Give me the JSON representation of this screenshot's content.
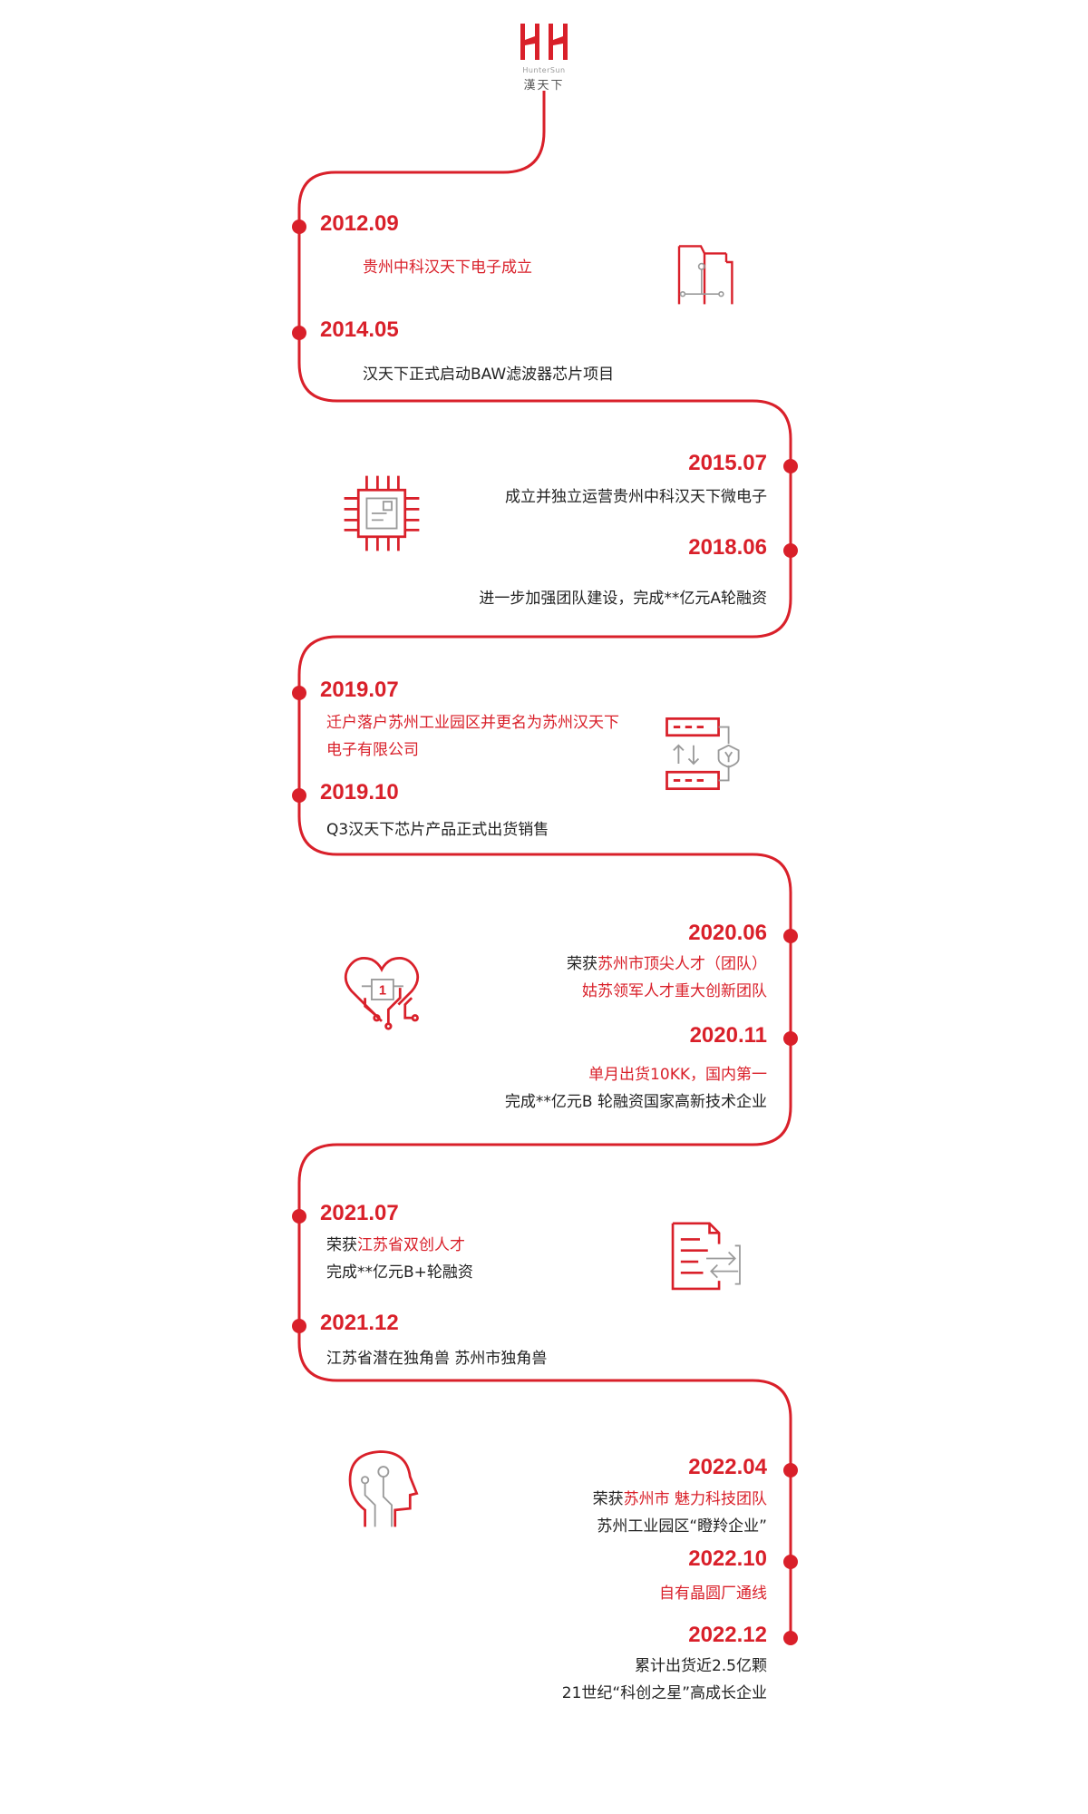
{
  "brand": {
    "name_en": "HunterSun",
    "name_cn": "漢天下"
  },
  "colors": {
    "accent": "#d9202a",
    "text": "#222222",
    "icon_gray": "#9a9a9a"
  },
  "icons": [
    "folder-circuit-icon",
    "chip-icon",
    "server-transfer-icon",
    "heart-circuit-icon",
    "document-transfer-icon",
    "head-circuit-icon"
  ],
  "milestones": [
    {
      "date": "2012.09",
      "lines": [
        {
          "text": "贵州中科汉天下电子成立",
          "red": true
        }
      ]
    },
    {
      "date": "2014.05",
      "lines": [
        {
          "text": "汉天下正式启动BAW滤波器芯片项目",
          "red": false
        }
      ]
    },
    {
      "date": "2015.07",
      "lines": [
        {
          "text": "成立并独立运营贵州中科汉天下微电子",
          "red": false
        }
      ]
    },
    {
      "date": "2018.06",
      "lines": [
        {
          "text": "进一步加强团队建设，完成**亿元A轮融资",
          "red": false
        }
      ]
    },
    {
      "date": "2019.07",
      "lines": [
        {
          "text": "迁户落户苏州工业园区并更名为苏州汉天下",
          "red": true
        },
        {
          "text": "电子有限公司",
          "red": true
        }
      ]
    },
    {
      "date": "2019.10",
      "lines": [
        {
          "text": "Q3汉天下芯片产品正式出货销售",
          "red": false
        }
      ]
    },
    {
      "date": "2020.06",
      "lines": [
        {
          "prefix": "荣获",
          "text": "苏州市顶尖人才（团队）",
          "red": true
        },
        {
          "text": "姑苏领军人才重大创新团队",
          "red": true
        }
      ]
    },
    {
      "date": "2020.11",
      "lines": [
        {
          "text": "单月出货10KK，国内第一",
          "red": true
        },
        {
          "text": "完成**亿元B 轮融资国家高新技术企业",
          "red": false
        }
      ]
    },
    {
      "date": "2021.07",
      "lines": [
        {
          "prefix": "荣获",
          "text": "江苏省双创人才",
          "red": true
        },
        {
          "text": "完成**亿元B+轮融资",
          "red": false
        }
      ]
    },
    {
      "date": "2021.12",
      "lines": [
        {
          "text": "江苏省潜在独角兽  苏州市独角兽",
          "red": false
        }
      ]
    },
    {
      "date": "2022.04",
      "lines": [
        {
          "prefix": "荣获",
          "text": "苏州市 魅力科技团队",
          "red": true
        },
        {
          "text": "苏州工业园区“瞪羚企业”",
          "red": false
        }
      ]
    },
    {
      "date": "2022.10",
      "lines": [
        {
          "text": "自有晶圆厂通线",
          "red": true
        }
      ]
    },
    {
      "date": "2022.12",
      "lines": [
        {
          "text": "累计出货近2.5亿颗",
          "red": false
        },
        {
          "text": "21世纪“科创之星”高成长企业",
          "red": false
        }
      ]
    }
  ]
}
